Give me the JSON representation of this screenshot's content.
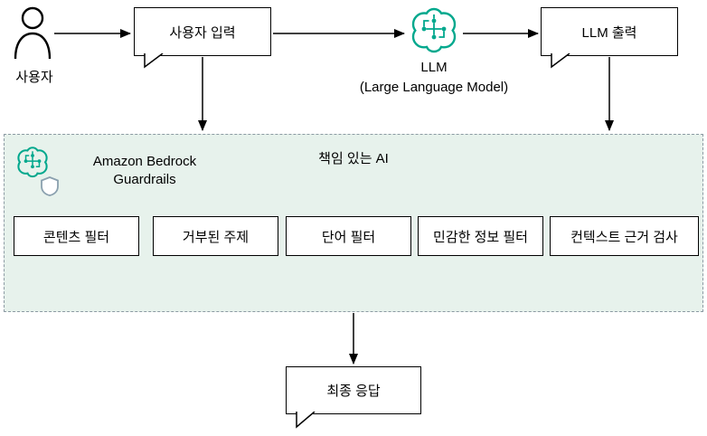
{
  "diagram": {
    "user": {
      "label": "사용자"
    },
    "user_input": {
      "label": "사용자 입력"
    },
    "llm": {
      "title": "LLM",
      "subtitle": "(Large Language Model)"
    },
    "llm_output": {
      "label": "LLM 출력"
    },
    "guardrails": {
      "name_line1": "Amazon Bedrock",
      "name_line2": "Guardrails",
      "heading": "책임 있는 AI",
      "filters": [
        "콘텐츠 필터",
        "거부된 주제",
        "단어 필터",
        "민감한 정보 필터",
        "컨텍스트 근거 검사"
      ]
    },
    "final_response": {
      "label": "최종 응답"
    },
    "colors": {
      "accent": "#01A88D",
      "panel_bg": "#E7F2EC",
      "panel_border": "#8C9AA3",
      "node_border": "#000000"
    }
  }
}
